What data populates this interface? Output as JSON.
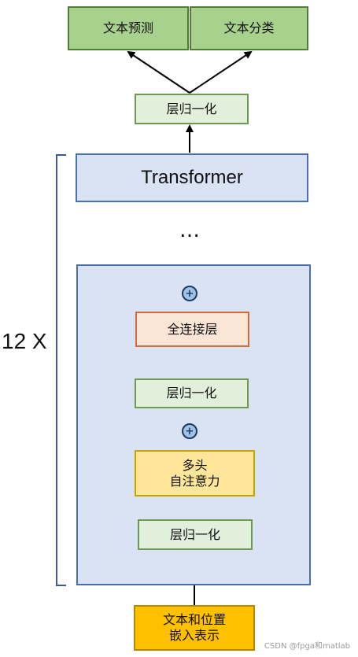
{
  "nodes": {
    "text_prediction": "文本预测",
    "text_classification": "文本分类",
    "top_layer_norm": "层归一化",
    "transformer": "Transformer",
    "ellipsis": "…",
    "fully_connected": "全连接层",
    "mid_layer_norm": "层归一化",
    "multi_head_attention": "多头\n自注意力",
    "bottom_layer_norm": "层归一化",
    "embedding": "文本和位置\n嵌入表示",
    "residual_add_symbol": "+"
  },
  "repeat_label": "12 X",
  "watermark": "CSDN @fpga和matlab"
}
